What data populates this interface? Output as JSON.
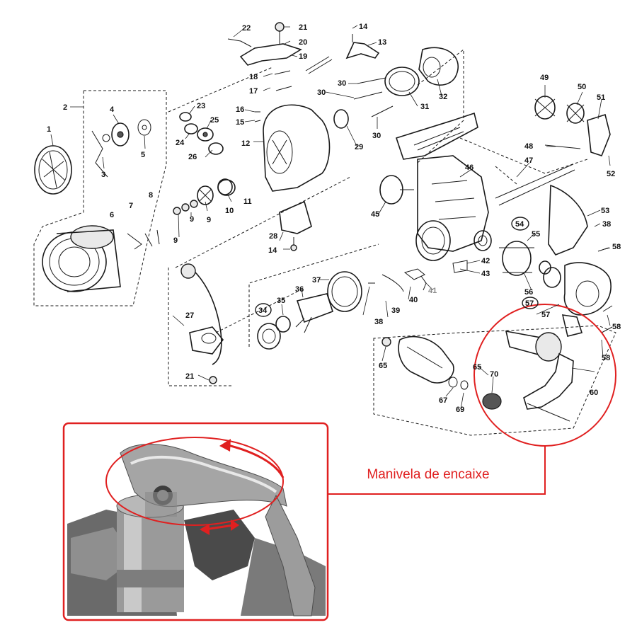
{
  "callout": {
    "label": "Manivela de encaixe",
    "color": "#e02020"
  },
  "part_numbers": [
    "1",
    "2",
    "3",
    "4",
    "5",
    "6",
    "7",
    "8",
    "9",
    "10",
    "11",
    "12",
    "13",
    "14",
    "15",
    "16",
    "17",
    "18",
    "19",
    "20",
    "21",
    "22",
    "23",
    "24",
    "25",
    "26",
    "27",
    "28",
    "29",
    "30",
    "31",
    "32",
    "34",
    "35",
    "36",
    "37",
    "38",
    "39",
    "40",
    "41",
    "42",
    "43",
    "45",
    "46",
    "47",
    "48",
    "49",
    "50",
    "51",
    "52",
    "53",
    "54",
    "55",
    "56",
    "57",
    "58",
    "60",
    "65",
    "67",
    "69",
    "70"
  ],
  "circled_numbers": [
    "34",
    "54",
    "57"
  ],
  "icons": [
    "handle-knob-icon",
    "reel-body-icon",
    "spool-icon",
    "bail-arm-icon",
    "rotor-icon"
  ]
}
